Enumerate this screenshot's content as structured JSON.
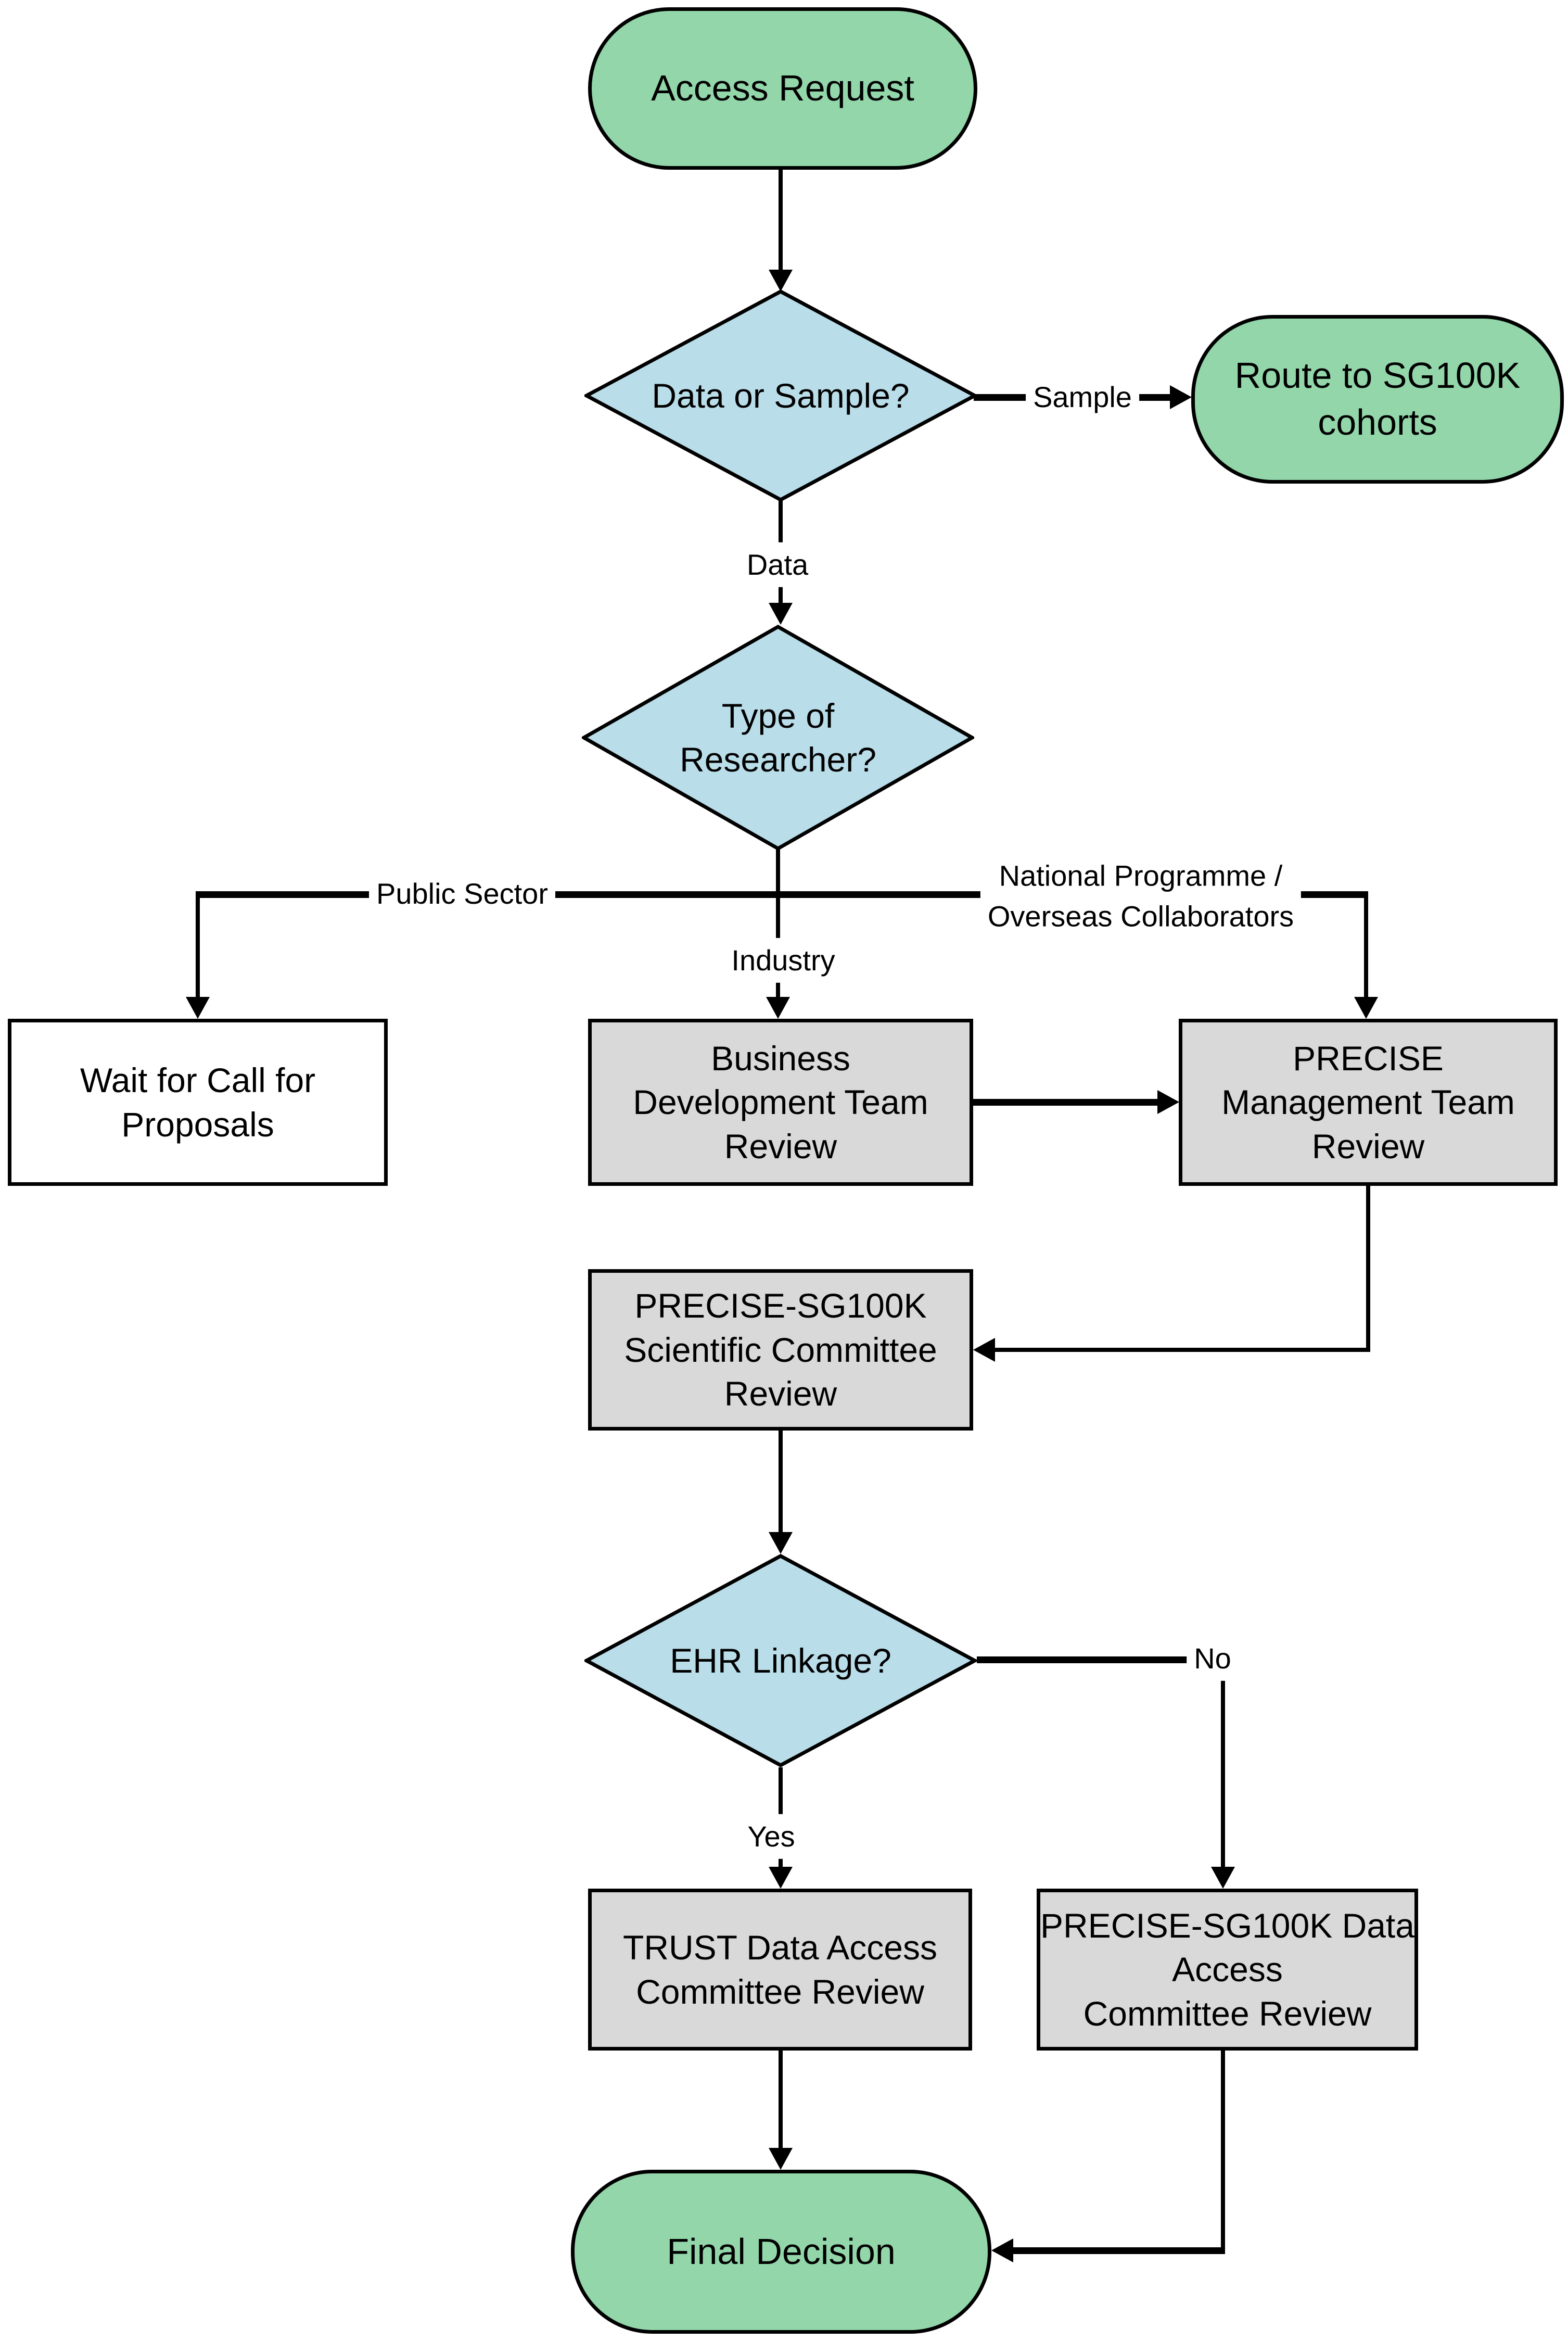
{
  "diagram": {
    "title": "Access Request flowchart",
    "colors": {
      "terminal_fill": "#92D6AA",
      "decision_fill": "#B9DDE9",
      "process_fill": "#D9D9D9",
      "plain_fill": "#FFFFFF",
      "line": "#000000"
    },
    "nodes": {
      "access_request": {
        "type": "terminal",
        "lines": [
          "Access Request"
        ]
      },
      "data_or_sample": {
        "type": "decision",
        "lines": [
          "Data or Sample?"
        ]
      },
      "route_sg100k": {
        "type": "terminal",
        "lines": [
          "Route to SG100K",
          "cohorts"
        ]
      },
      "type_of_researcher": {
        "type": "decision",
        "lines": [
          "Type of",
          "Researcher?"
        ]
      },
      "wait_call": {
        "type": "process",
        "lines": [
          "Wait for Call for",
          "Proposals"
        ]
      },
      "bdt_review": {
        "type": "process",
        "lines": [
          "Business",
          "Development Team",
          "Review"
        ]
      },
      "pmt_review": {
        "type": "process",
        "lines": [
          "PRECISE",
          "Management Team",
          "Review"
        ]
      },
      "sci_committee": {
        "type": "process",
        "lines": [
          "PRECISE-SG100K",
          "Scientific Committee",
          "Review"
        ]
      },
      "ehr_linkage": {
        "type": "decision",
        "lines": [
          "EHR Linkage?"
        ]
      },
      "trust_dac": {
        "type": "process",
        "lines": [
          "TRUST Data Access",
          "Committee Review"
        ]
      },
      "precise_dac": {
        "type": "process",
        "lines": [
          "PRECISE-SG100K Data",
          "Access",
          "Committee Review"
        ]
      },
      "final_decision": {
        "type": "terminal",
        "lines": [
          "Final Decision"
        ]
      }
    },
    "edge_labels": {
      "sample": "Sample",
      "data": "Data",
      "public_sector": "Public Sector",
      "industry": "Industry",
      "national_programme_line1": "National Programme /",
      "national_programme_line2": "Overseas Collaborators",
      "yes": "Yes",
      "no": "No"
    }
  }
}
